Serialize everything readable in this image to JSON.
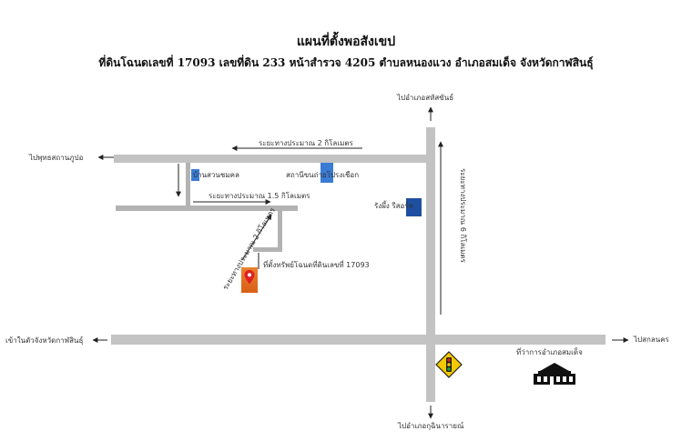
{
  "header": {
    "title": "แผนที่ตั้งพอสังเขป",
    "subtitle": "ที่ดินโฉนดเลขที่  17093  เลขที่ดิน  233  หน้าสำรวจ  4205  ตำบลหนองแวง  อำเภอสมเด็จ  จังหวัดกาฬสินธุ์"
  },
  "destinations": {
    "north": "ไปอำเภอสหัสขันธ์",
    "west_top": "ไปพุทธสถานภูปอ",
    "west_bottom": "เข้าในตัวจังหวัดกาฬสินธุ์",
    "east": "ไปสกลนคร",
    "south": "ไปอำเภอกุฉินารายณ์"
  },
  "distances": {
    "top_road": "ระยะทางประมาณ 2 กิโลเมตร",
    "side_road": "ระยะทางประมาณ 1.5 กิโลเมตร",
    "diagonal": "ระยะทางประมาณ 2 กิโลเมตร",
    "main_road": "ระยะทางประมาณ 6 กิโลเมตร"
  },
  "landmarks": {
    "village": "บ้านสวนชมคล",
    "water_station": "สถานีขนถ่ายโปรงเชือก",
    "resort": "รังผึ้ง รีสอร์ท",
    "property": "ที่ตั้งทรัพย์โฉนดที่ดินเลขที่ 17093",
    "district_office": "ที่ว่าการอำเภอสมเด็จ"
  },
  "colors": {
    "road": "#c3c3c3",
    "property_marker": "#e07020",
    "pin": "#e02020",
    "landmark_blue": "#3a7bd5",
    "traffic_sign": "#f3c900"
  },
  "icons": {
    "pin": "map-pin-icon",
    "traffic": "traffic-light-icon",
    "office": "government-building-icon"
  }
}
